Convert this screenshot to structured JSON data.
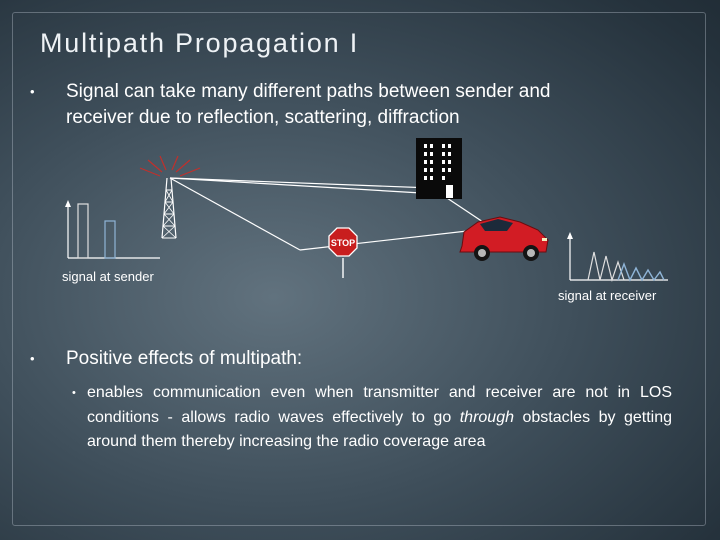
{
  "slide": {
    "title": "Multipath Propagation I",
    "bullet1": {
      "line1": "Signal can take many different paths between sender and",
      "line2": "receiver due to reflection, scattering, diffraction"
    },
    "diagram": {
      "sender_label": "signal at sender",
      "receiver_label": "signal at receiver",
      "stop_sign_text": "STOP"
    },
    "bullet2": "Positive effects of multipath:",
    "sub_bullet": {
      "text_before": "enables communication even when transmitter and receiver are not in LOS conditions - allows radio waves effectively to go ",
      "italic": "through",
      "text_after": " obstacles by getting around them thereby increasing the radio coverage area"
    }
  }
}
